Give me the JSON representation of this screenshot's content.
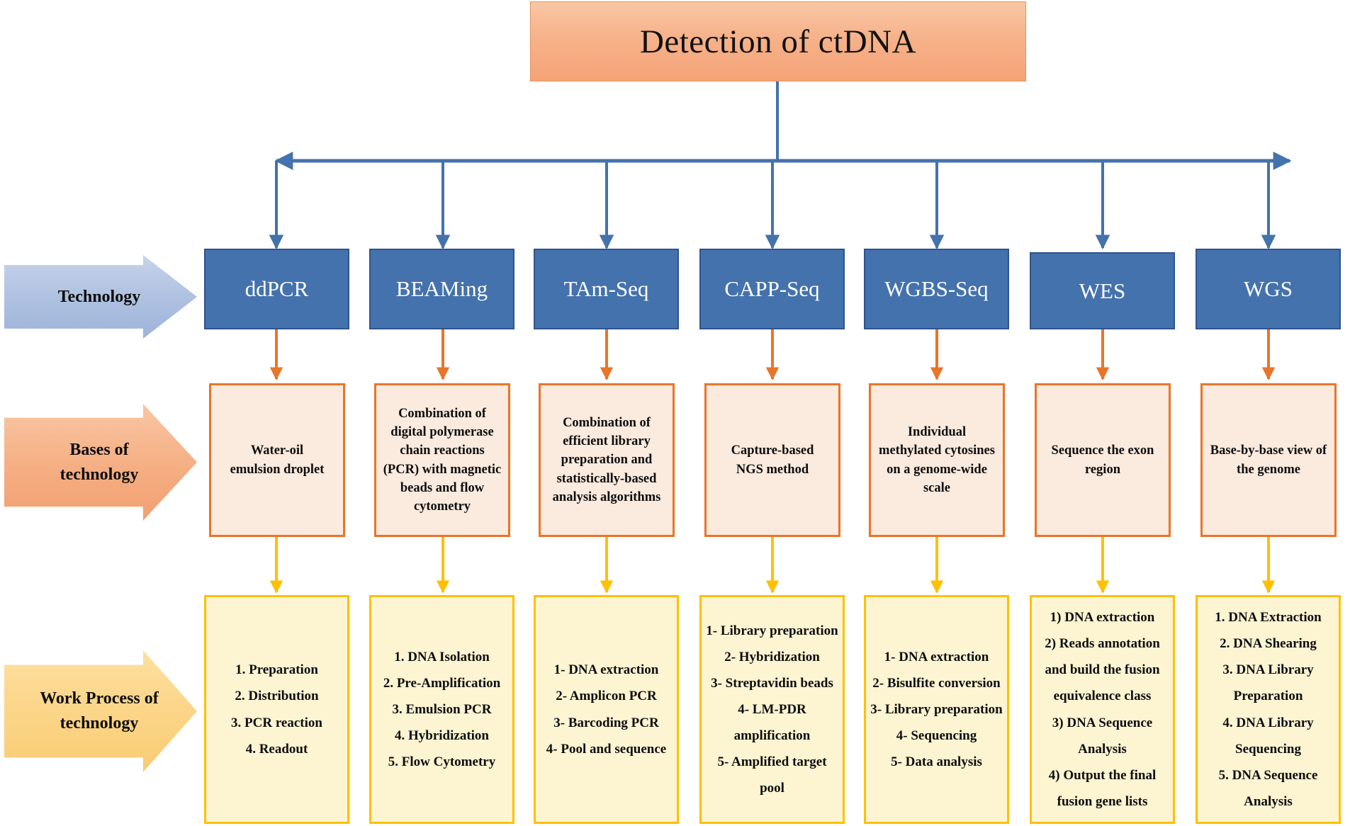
{
  "title": {
    "text": "Detection of ctDNA",
    "fill_color": "#f5a377",
    "border_color": "#e8925f"
  },
  "row_labels": [
    {
      "id": "technology",
      "text": "Technology",
      "lines": [
        "Technology"
      ],
      "fill_color": "#aec0e0"
    },
    {
      "id": "bases",
      "text": "Bases of technology",
      "lines": [
        "Bases of",
        "technology"
      ],
      "fill_color": "#f5ae82"
    },
    {
      "id": "work_process",
      "text": "Work Process of technology",
      "lines": [
        "Work Process of",
        "technology"
      ],
      "fill_color": "#fbd486"
    }
  ],
  "colors": {
    "technology_box": "#4472ac",
    "technology_border": "#2f5390",
    "bases_box": "#fbeade",
    "bases_border": "#e8752a",
    "work_box": "#fdf4d2",
    "work_border": "#ffc000",
    "bus_line": "#4472ac",
    "arrow_tech_to_base": "#e8752a",
    "arrow_base_to_work": "#ffc000"
  },
  "columns": [
    {
      "technology": "ddPCR",
      "basis_lines": [
        "Water-oil",
        "emulsion droplet"
      ],
      "work_lines": [
        "1. Preparation",
        "2. Distribution",
        "3. PCR reaction",
        "4. Readout"
      ]
    },
    {
      "technology": "BEAMing",
      "basis_lines": [
        "Combination of",
        "digital polymerase",
        "chain reactions",
        "(PCR) with magnetic",
        "beads and flow",
        "cytometry"
      ],
      "work_lines": [
        "1. DNA Isolation",
        "2. Pre-Amplification",
        "3. Emulsion PCR",
        "4. Hybridization",
        "5. Flow Cytometry"
      ]
    },
    {
      "technology": "TAm-Seq",
      "basis_lines": [
        "Combination of",
        "efficient library",
        "preparation and",
        "statistically-based",
        "analysis algorithms"
      ],
      "work_lines": [
        "1- DNA extraction",
        "2- Amplicon PCR",
        "3- Barcoding PCR",
        "4- Pool and sequence"
      ]
    },
    {
      "technology": "CAPP-Seq",
      "basis_lines": [
        "Capture-based",
        "NGS method"
      ],
      "work_lines": [
        "1- Library preparation",
        "2- Hybridization",
        "3- Streptavidin beads",
        "4- LM-PDR",
        "amplification",
        "5- Amplified  target",
        "pool"
      ]
    },
    {
      "technology": "WGBS-Seq",
      "basis_lines": [
        "Individual",
        "methylated cytosines",
        "on a genome-wide",
        "scale"
      ],
      "work_lines": [
        "1- DNA extraction",
        "2- Bisulfite conversion",
        "3- Library preparation",
        "4- Sequencing",
        "5- Data analysis"
      ]
    },
    {
      "technology": "WES",
      "basis_lines": [
        "Sequence the exon",
        "region"
      ],
      "work_lines": [
        "1) DNA extraction",
        "2) Reads annotation",
        "and build the fusion",
        "equivalence class",
        "3) DNA Sequence",
        "Analysis",
        "4) Output the final",
        "fusion gene lists"
      ]
    },
    {
      "technology": "WGS",
      "basis_lines": [
        "Base-by-base view of",
        "the genome"
      ],
      "work_lines": [
        "1. DNA Extraction",
        "2. DNA Shearing",
        "3. DNA Library",
        "Preparation",
        "4. DNA Library",
        "Sequencing",
        "5. DNA Sequence",
        "Analysis"
      ]
    }
  ]
}
